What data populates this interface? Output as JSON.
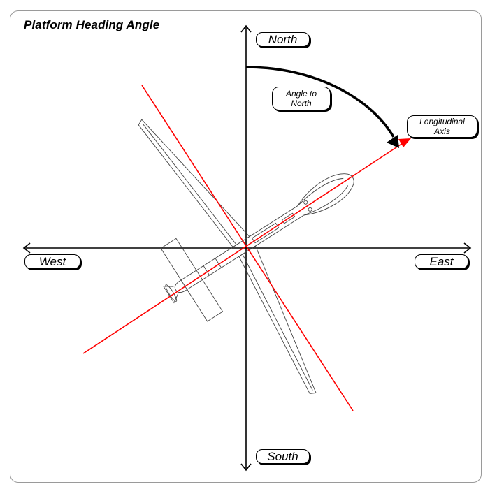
{
  "title": "Platform Heading Angle",
  "labels": {
    "north": "North",
    "south": "South",
    "east": "East",
    "west": "West",
    "angle_line1": "Angle to",
    "angle_line2": "North",
    "axis_line1": "Longitudinal",
    "axis_line2": "Axis"
  },
  "colors": {
    "axis": "#000000",
    "heading": "#ff0000",
    "aircraft_outline": "#444444"
  },
  "icons": [
    "aircraft-topview-icon",
    "arrowhead-icon"
  ]
}
